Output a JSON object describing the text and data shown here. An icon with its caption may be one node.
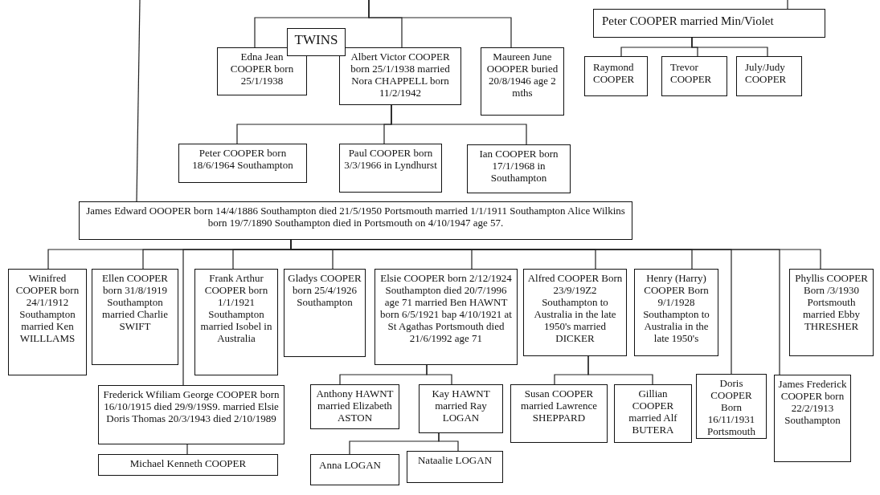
{
  "diagram": {
    "nodes": [
      {
        "text": [
          "Peter COOPER married Min/Violet"
        ]
      },
      {
        "text": [
          "Raymond COOPER"
        ]
      },
      {
        "text": [
          "Trevor COOPER"
        ]
      },
      {
        "text": [
          "July/Judy COOPER"
        ]
      },
      {
        "text": [
          "TWINS"
        ]
      },
      {
        "text": [
          "Edna Jean COOPER born 25/1/1938"
        ]
      },
      {
        "text": [
          "Albert Victor COOPER born 25/1/1938 married Nora CHAPPELL born 11/2/1942"
        ]
      },
      {
        "text": [
          "Maureen June OOOPER buried 20/8/1946 age 2 mths"
        ]
      },
      {
        "text": [
          "Peter COOPER born 18/6/1964 Southampton"
        ]
      },
      {
        "text": [
          "Paul COOPER born 3/3/1966 in Lyndhurst"
        ]
      },
      {
        "text": [
          "Ian COOPER born 17/1/1968 in Southampton"
        ]
      },
      {
        "text": [
          "James Edward OOOPER born 14/4/1886 Southampton died 21/5/1950 Portsmouth married 1/1/1911 Southampton Alice Wilkins born 19/7/1890 Southampton died in Portsmouth on 4/10/1947 age 57."
        ]
      },
      {
        "text": [
          "Winifred COOPER born 24/1/1912 Southampton married Ken WILLLAMS"
        ]
      },
      {
        "text": [
          "Ellen COOPER born 31/8/1919 Southampton married Charlie SWIFT"
        ]
      },
      {
        "text": [
          "Frank Arthur COOPER born 1/1/1921 Southampton married Isobel in Australia"
        ]
      },
      {
        "text": [
          "Gladys COOPER born 25/4/1926 Southampton"
        ]
      },
      {
        "text": [
          "Elsie COOPER born 2/12/1924 Southampton died 20/7/1996 age 71 married Ben HAWNT born 6/5/1921 bap 4/10/1921 at St Agathas Portsmouth died 21/6/1992 age 71"
        ]
      },
      {
        "text": [
          "Alfred COOPER Born 23/9/19Z2 Southampton to Australia in the late 1950's married DICKER"
        ]
      },
      {
        "text": [
          "Henry (Harry) COOPER Born 9/1/1928 Southampton to Australia in the late 1950's"
        ]
      },
      {
        "text": [
          "Phyllis COOPER Born /3/1930 Portsmouth married Ebby THRESHER"
        ]
      },
      {
        "text": [
          "Frederick Wfiliam George COOPER born 16/10/1915 died 29/9/19S9. married Elsie Doris Thomas 20/3/1943 died 2/10/1989"
        ]
      },
      {
        "text": [
          "Michael Kenneth COOPER"
        ]
      },
      {
        "text": [
          "Anthony HAWNT married Elizabeth ASTON"
        ]
      },
      {
        "text": [
          "Kay HAWNT married Ray LOGAN"
        ]
      },
      {
        "text": [
          "Anna LOGAN"
        ]
      },
      {
        "text": [
          "Nataalie LOGAN"
        ]
      },
      {
        "text": [
          "Susan COOPER married Lawrence SHEPPARD"
        ]
      },
      {
        "text": [
          "Gillian COOPER married Alf BUTERA"
        ]
      },
      {
        "text": [
          "Doris COOPER Born 16/11/1931 Portsmouth"
        ]
      },
      {
        "text": [
          "James Frederick COOPER born 22/2/1913 Southampton"
        ]
      }
    ],
    "edges": [
      {
        "from": null,
        "to": 5,
        "arrow": "none"
      },
      {
        "from": null,
        "to": 6,
        "arrow": "none"
      },
      {
        "from": null,
        "to": 7,
        "arrow": "none"
      },
      {
        "from": null,
        "to": 0,
        "arrow": "none"
      },
      {
        "from": 0,
        "to": 1,
        "arrow": "none"
      },
      {
        "from": 0,
        "to": 2,
        "arrow": "none"
      },
      {
        "from": 0,
        "to": 3,
        "arrow": "none"
      },
      {
        "from": 6,
        "to": 8,
        "arrow": "none"
      },
      {
        "from": 6,
        "to": 9,
        "arrow": "none"
      },
      {
        "from": 6,
        "to": 10,
        "arrow": "none"
      },
      {
        "from": null,
        "to": 11,
        "arrow": "none"
      },
      {
        "from": 11,
        "to": 12,
        "arrow": "none"
      },
      {
        "from": 11,
        "to": 13,
        "arrow": "none"
      },
      {
        "from": 11,
        "to": 14,
        "arrow": "none"
      },
      {
        "from": 11,
        "to": 15,
        "arrow": "none"
      },
      {
        "from": 11,
        "to": 16,
        "arrow": "none"
      },
      {
        "from": 11,
        "to": 17,
        "arrow": "none"
      },
      {
        "from": 11,
        "to": 18,
        "arrow": "none"
      },
      {
        "from": 11,
        "to": 19,
        "arrow": "none"
      },
      {
        "from": 11,
        "to": 20,
        "arrow": "none"
      },
      {
        "from": 11,
        "to": 28,
        "arrow": "none"
      },
      {
        "from": 11,
        "to": 29,
        "arrow": "none"
      },
      {
        "from": 16,
        "to": 22,
        "arrow": "none"
      },
      {
        "from": 16,
        "to": 23,
        "arrow": "none"
      },
      {
        "from": 23,
        "to": 24,
        "arrow": "none"
      },
      {
        "from": 23,
        "to": 25,
        "arrow": "none"
      },
      {
        "from": 17,
        "to": 26,
        "arrow": "none"
      },
      {
        "from": 17,
        "to": 27,
        "arrow": "none"
      },
      {
        "from": 20,
        "to": 21,
        "arrow": "none"
      }
    ]
  }
}
